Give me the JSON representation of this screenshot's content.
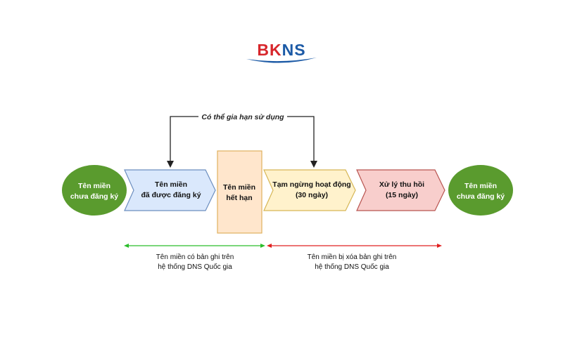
{
  "logo": {
    "brand_a": "BK",
    "brand_b": "NS"
  },
  "top_label": "Có thể gia hạn sử dụng",
  "nodes": {
    "start_circle": {
      "line1": "Tên miền",
      "line2": "chưa đăng ký"
    },
    "registered": {
      "line1": "Tên miền",
      "line2": "đã được đăng ký"
    },
    "expired": {
      "line1": "Tên miền",
      "line2": "hết hạn"
    },
    "suspended": {
      "line1": "Tạm ngừng hoạt động",
      "line2": "(30 ngày)"
    },
    "reclaim": {
      "line1": "Xử lý thu hồi",
      "line2": "(15 ngày)"
    },
    "end_circle": {
      "line1": "Tên miền",
      "line2": "chưa đăng ký"
    }
  },
  "ranges": {
    "green": {
      "line1": "Tên miền có bản ghi trên",
      "line2": "hệ thống DNS Quốc gia"
    },
    "red": {
      "line1": "Tên miền bị xóa bản ghi trên",
      "line2": "hệ thống DNS Quốc gia"
    }
  },
  "colors": {
    "circle_fill": "#5a9b2e",
    "blue_fill": "#dae8fc",
    "blue_stroke": "#6c8ebf",
    "orange_fill": "#ffe6cc",
    "orange_stroke": "#e0b15e",
    "yellow_fill": "#fff2cc",
    "yellow_stroke": "#d6b656",
    "red_fill": "#f8cecc",
    "red_stroke": "#b85450",
    "green_arrow": "#2bbd2b",
    "red_arrow": "#e02020",
    "brand_red": "#d7262b",
    "brand_blue": "#1c5aa6"
  }
}
